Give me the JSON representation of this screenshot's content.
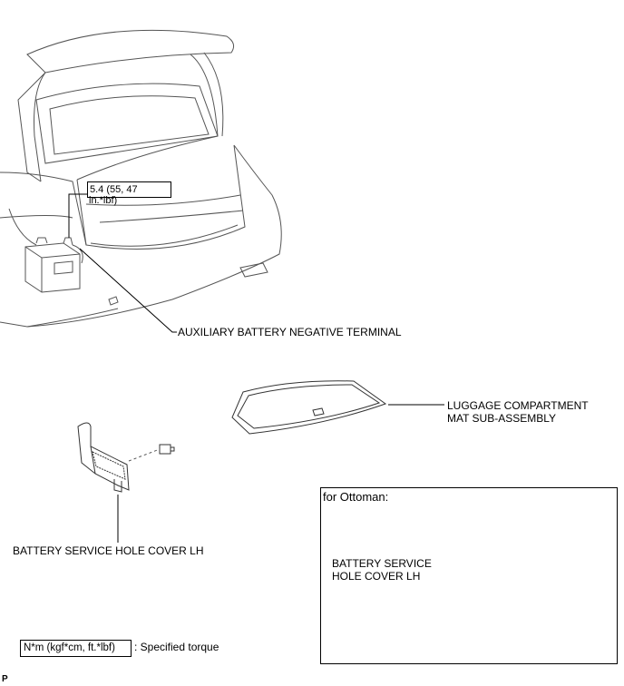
{
  "torque_callout": {
    "line1": "5.4 (55, 47",
    "line2": "in.*lbf)"
  },
  "labels": {
    "aux_battery_terminal": "AUXILIARY  BATTERY NEGATIVE TERMINAL",
    "luggage_mat_line1": "LUGGAGE COMPARTMENT",
    "luggage_mat_line2": "MAT SUB-ASSEMBLY",
    "battery_cover_lh": "BATTERY SERVICE HOLE COVER LH",
    "ottoman_cover_line1": "BATTERY SERVICE",
    "ottoman_cover_line2": "HOLE COVER LH"
  },
  "ottoman_panel": {
    "title": "for Ottoman:"
  },
  "legend": {
    "unit_box": "N*m (kgf*cm, ft.*lbf)",
    "description": ": Specified torque"
  },
  "page_marker": "P"
}
